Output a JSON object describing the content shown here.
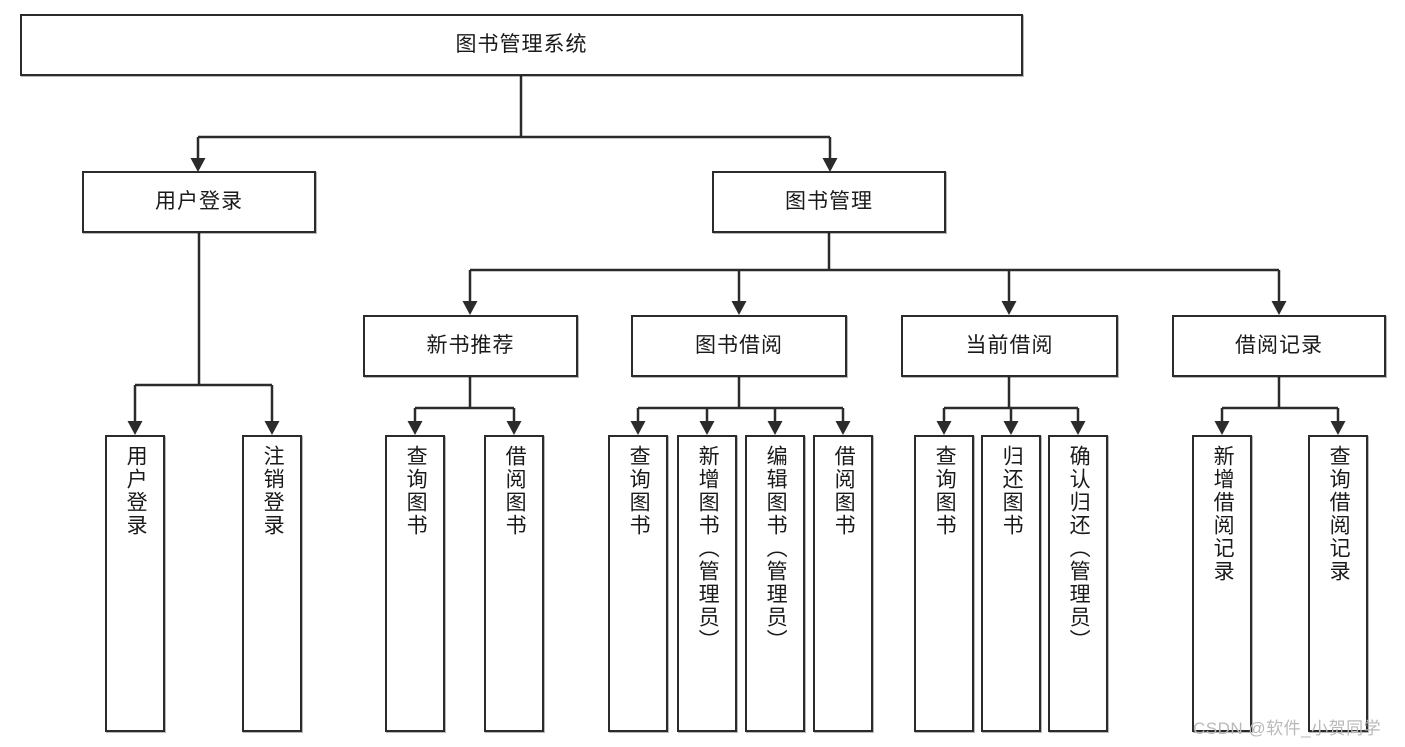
{
  "diagram": {
    "title": "图书管理系统",
    "watermark": "CSDN @软件_小贺同学",
    "colors": {
      "stroke": "#2b2b2b",
      "fill": "#ffffff",
      "text": "#1a1a1a",
      "watermark": "#b9b9b9"
    },
    "nodes": {
      "root": {
        "label": "图书管理系统"
      },
      "level2": [
        {
          "label": "用户登录"
        },
        {
          "label": "图书管理"
        }
      ],
      "level3": [
        {
          "label": "新书推荐"
        },
        {
          "label": "图书借阅"
        },
        {
          "label": "当前借阅"
        },
        {
          "label": "借阅记录"
        }
      ],
      "leaves": {
        "user_login": [
          {
            "label": "用户登录"
          },
          {
            "label": "注销登录"
          }
        ],
        "new_book_recommend": [
          {
            "label": "查询图书"
          },
          {
            "label": "借阅图书"
          }
        ],
        "book_borrow": [
          {
            "label": "查询图书"
          },
          {
            "label": "新增图书（管理员）"
          },
          {
            "label": "编辑图书（管理员）"
          },
          {
            "label": "借阅图书"
          }
        ],
        "current_borrow": [
          {
            "label": "查询图书"
          },
          {
            "label": "归还图书"
          },
          {
            "label": "确认归还（管理员）"
          }
        ],
        "borrow_record": [
          {
            "label": "新增借阅记录"
          },
          {
            "label": "查询借阅记录"
          }
        ]
      }
    }
  }
}
